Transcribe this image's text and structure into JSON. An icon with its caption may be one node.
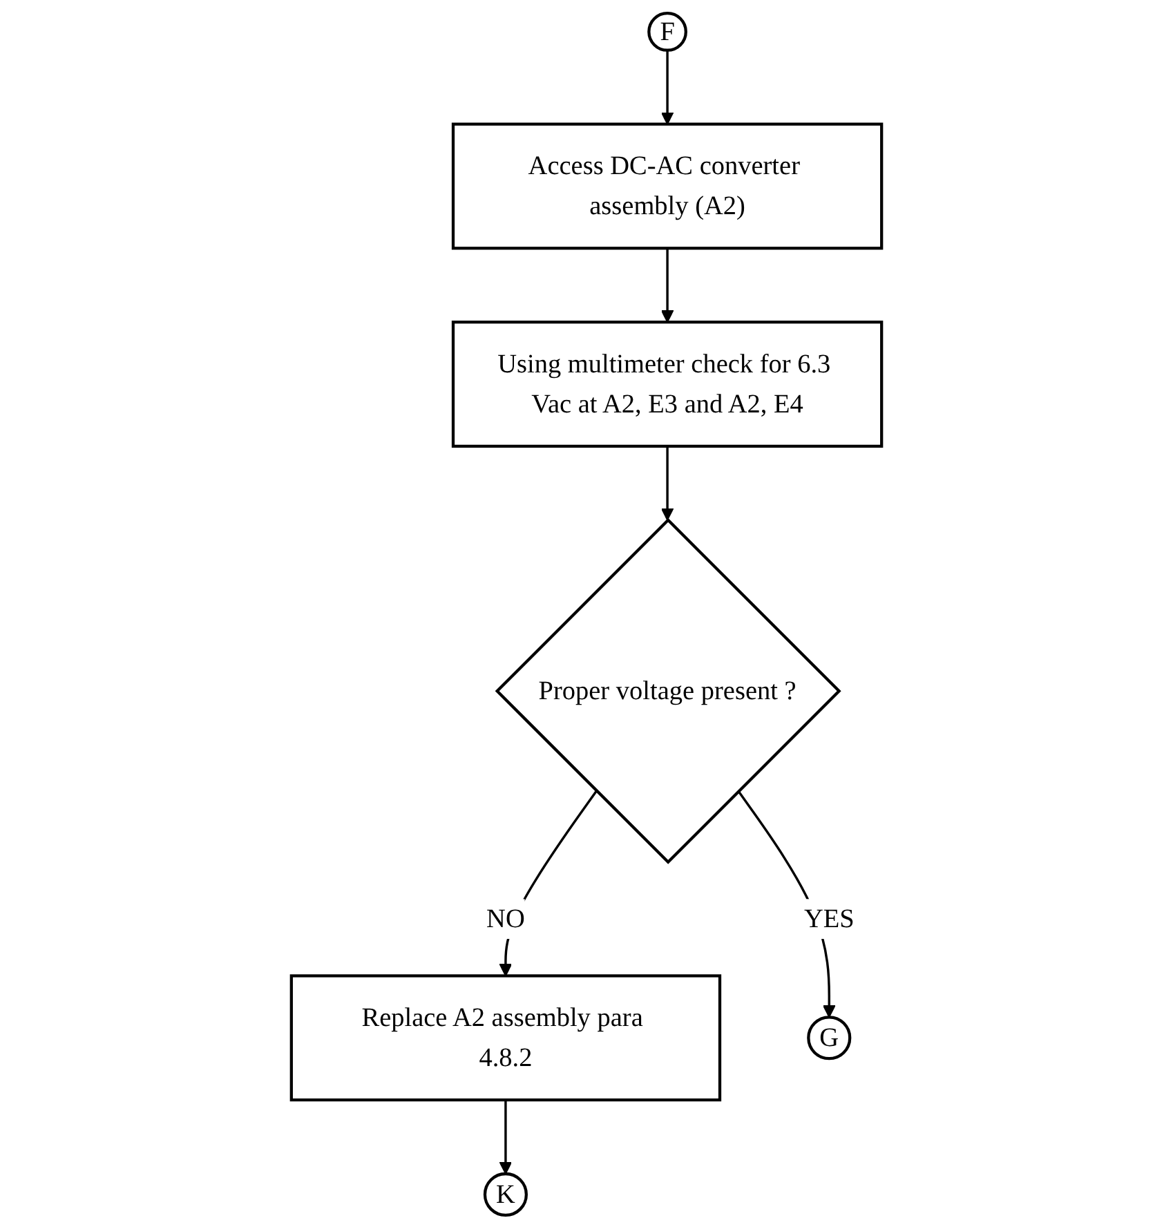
{
  "diagram": {
    "nodes": [
      {
        "text": [
          "F"
        ]
      },
      {
        "text": [
          "Access DC-AC converter assembly (A2)"
        ]
      },
      {
        "text": [
          "Using multimeter check for 6.3 Vac at A2, E3 and A2, E4"
        ]
      },
      {
        "text": [
          "Proper voltage present ?"
        ]
      },
      {
        "text": [
          "Replace A2 assembly para 4.8.2"
        ]
      },
      {
        "text": [
          "G"
        ]
      },
      {
        "text": [
          "K"
        ]
      }
    ],
    "edges": [
      {
        "from": 0,
        "to": 1,
        "arrow": "to"
      },
      {
        "from": 1,
        "to": 2,
        "arrow": "to"
      },
      {
        "from": 2,
        "to": 3,
        "arrow": "to"
      },
      {
        "from": 3,
        "to": 4,
        "label": "NO",
        "arrow": "to"
      },
      {
        "from": 3,
        "to": 5,
        "label": "YES",
        "arrow": "to"
      },
      {
        "from": 4,
        "to": 6,
        "arrow": "to"
      }
    ]
  }
}
